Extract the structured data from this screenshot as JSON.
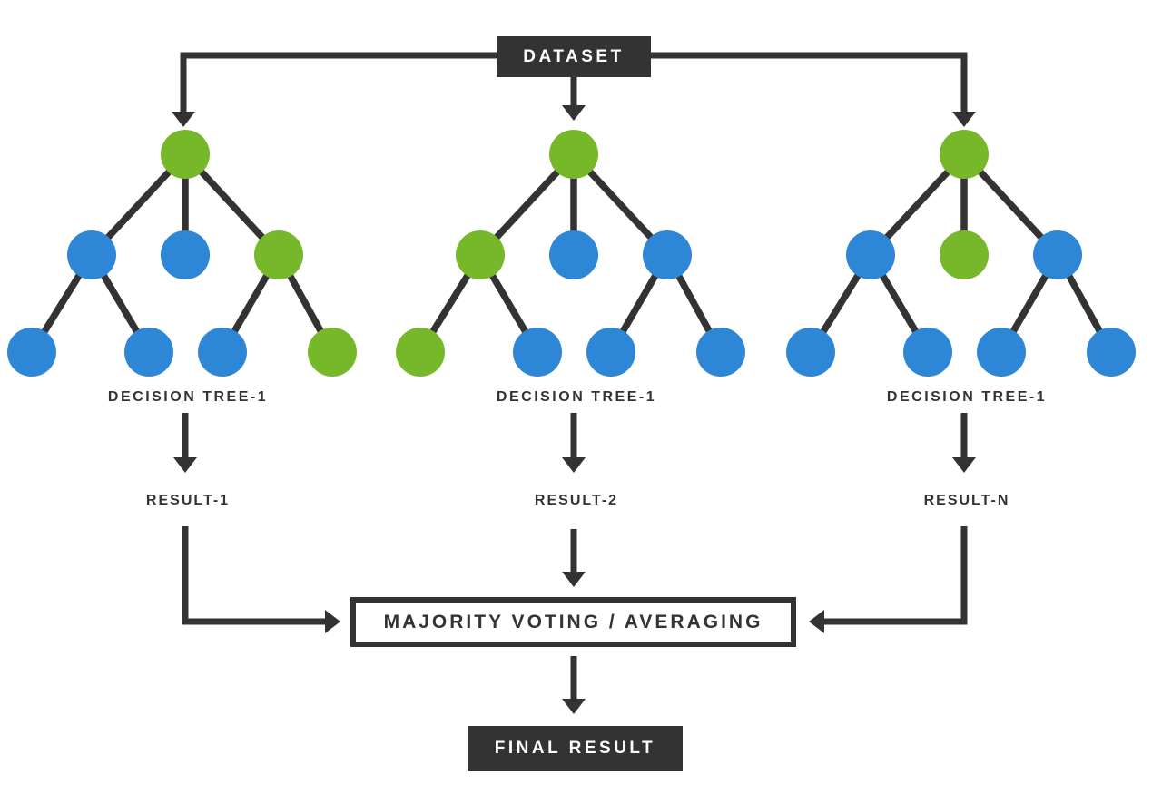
{
  "colors": {
    "green": "#76b82a",
    "blue": "#2e86d6",
    "dark": "#333333",
    "background": "#ffffff"
  },
  "dataset_box": {
    "label": "DATASET"
  },
  "trees": [
    {
      "label": "DECISION TREE-1",
      "result_label": "RESULT-1",
      "node_colors": {
        "r": "green",
        "a": "blue",
        "b": "blue",
        "c": "green",
        "d": "blue",
        "e": "blue",
        "f": "blue",
        "g": "green"
      }
    },
    {
      "label": "DECISION TREE-1",
      "result_label": "RESULT-2",
      "node_colors": {
        "r": "green",
        "a": "green",
        "b": "blue",
        "c": "blue",
        "d": "green",
        "e": "blue",
        "f": "blue",
        "g": "blue"
      }
    },
    {
      "label": "DECISION TREE-1",
      "result_label": "RESULT-N",
      "node_colors": {
        "r": "green",
        "a": "blue",
        "b": "green",
        "c": "blue",
        "d": "blue",
        "e": "blue",
        "f": "blue",
        "g": "blue"
      }
    }
  ],
  "tree_structure": {
    "nodes": [
      "r",
      "a",
      "b",
      "c",
      "d",
      "e",
      "f",
      "g"
    ],
    "edges": [
      [
        "r",
        "a"
      ],
      [
        "r",
        "b"
      ],
      [
        "r",
        "c"
      ],
      [
        "a",
        "d"
      ],
      [
        "a",
        "e"
      ],
      [
        "c",
        "f"
      ],
      [
        "c",
        "g"
      ]
    ]
  },
  "majority_box": {
    "label": "MAJORITY VOTING / AVERAGING"
  },
  "final_box": {
    "label": "FINAL RESULT"
  }
}
